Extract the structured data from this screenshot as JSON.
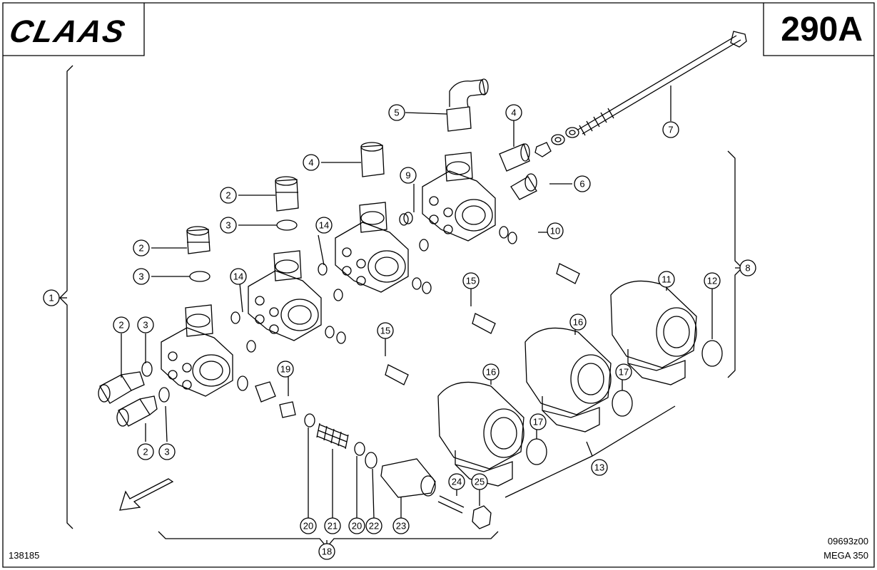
{
  "header": {
    "brand": "CLAAS",
    "sheet": "290A"
  },
  "footer": {
    "ref": "138185",
    "code": "09693z00",
    "model": "MEGA 350"
  },
  "callouts": [
    {
      "id": "c1",
      "label": "1"
    },
    {
      "id": "c2a",
      "label": "2"
    },
    {
      "id": "c2b",
      "label": "2"
    },
    {
      "id": "c2c",
      "label": "2"
    },
    {
      "id": "c2d",
      "label": "2"
    },
    {
      "id": "c3a",
      "label": "3"
    },
    {
      "id": "c3b",
      "label": "3"
    },
    {
      "id": "c3c",
      "label": "3"
    },
    {
      "id": "c3d",
      "label": "3"
    },
    {
      "id": "c4a",
      "label": "4"
    },
    {
      "id": "c4b",
      "label": "4"
    },
    {
      "id": "c5",
      "label": "5"
    },
    {
      "id": "c6",
      "label": "6"
    },
    {
      "id": "c7",
      "label": "7"
    },
    {
      "id": "c8",
      "label": "8"
    },
    {
      "id": "c9",
      "label": "9"
    },
    {
      "id": "c10",
      "label": "10"
    },
    {
      "id": "c11",
      "label": "11"
    },
    {
      "id": "c12",
      "label": "12"
    },
    {
      "id": "c13",
      "label": "13"
    },
    {
      "id": "c14a",
      "label": "14"
    },
    {
      "id": "c14b",
      "label": "14"
    },
    {
      "id": "c15a",
      "label": "15"
    },
    {
      "id": "c15b",
      "label": "15"
    },
    {
      "id": "c16a",
      "label": "16"
    },
    {
      "id": "c16b",
      "label": "16"
    },
    {
      "id": "c17a",
      "label": "17"
    },
    {
      "id": "c17b",
      "label": "17"
    },
    {
      "id": "c18",
      "label": "18"
    },
    {
      "id": "c19",
      "label": "19"
    },
    {
      "id": "c20a",
      "label": "20"
    },
    {
      "id": "c20b",
      "label": "20"
    },
    {
      "id": "c21",
      "label": "21"
    },
    {
      "id": "c22",
      "label": "22"
    },
    {
      "id": "c23",
      "label": "23"
    },
    {
      "id": "c24",
      "label": "24"
    },
    {
      "id": "c25",
      "label": "25"
    }
  ]
}
